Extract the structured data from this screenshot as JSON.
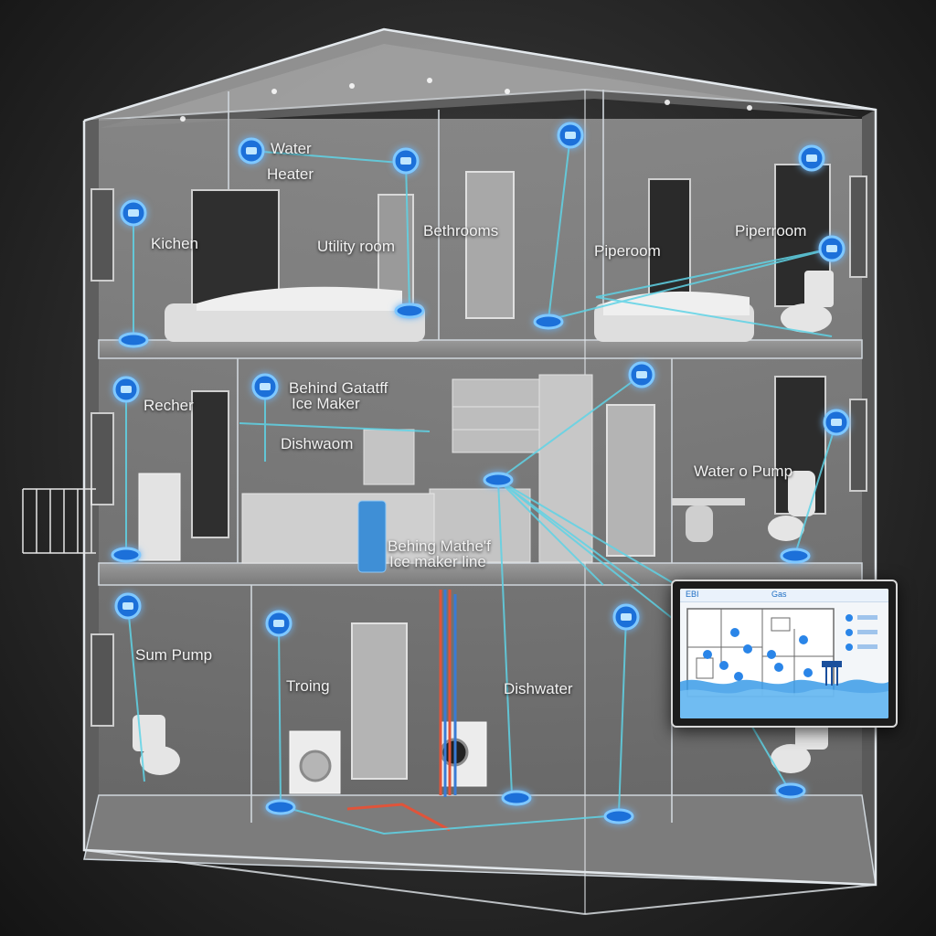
{
  "labels": {
    "water_heater_1": "Water",
    "water_heater_2": "Heater",
    "kitchen": "Kichen",
    "utility_room": "Utility room",
    "bathrooms": "Bethrooms",
    "piperroom_1": "Piperoom",
    "piperroom_2": "Piperroom",
    "recher": "Recher",
    "behind_gatatff_1": "Behind Gatatff",
    "behind_gatatff_2": "Ice Maker",
    "dishwaom": "Dishwaom",
    "water_pump": "Water o Pump",
    "behing_mathe_1": "Behing Mathe'f",
    "behing_mathe_2": "Ice maker line",
    "sum_pump": "Sum Pump",
    "troing": "Troing",
    "dishwater": "Dishwater"
  },
  "tablet": {
    "tab_left": "ЕВI",
    "tab_mid": "Gas"
  },
  "colors": {
    "sensor": "#3aa0ff",
    "link_line": "#5fd3e6",
    "hot_pipe": "#e0543a",
    "cold_pipe": "#3a7bd5",
    "frame": "#cfd6dc"
  }
}
